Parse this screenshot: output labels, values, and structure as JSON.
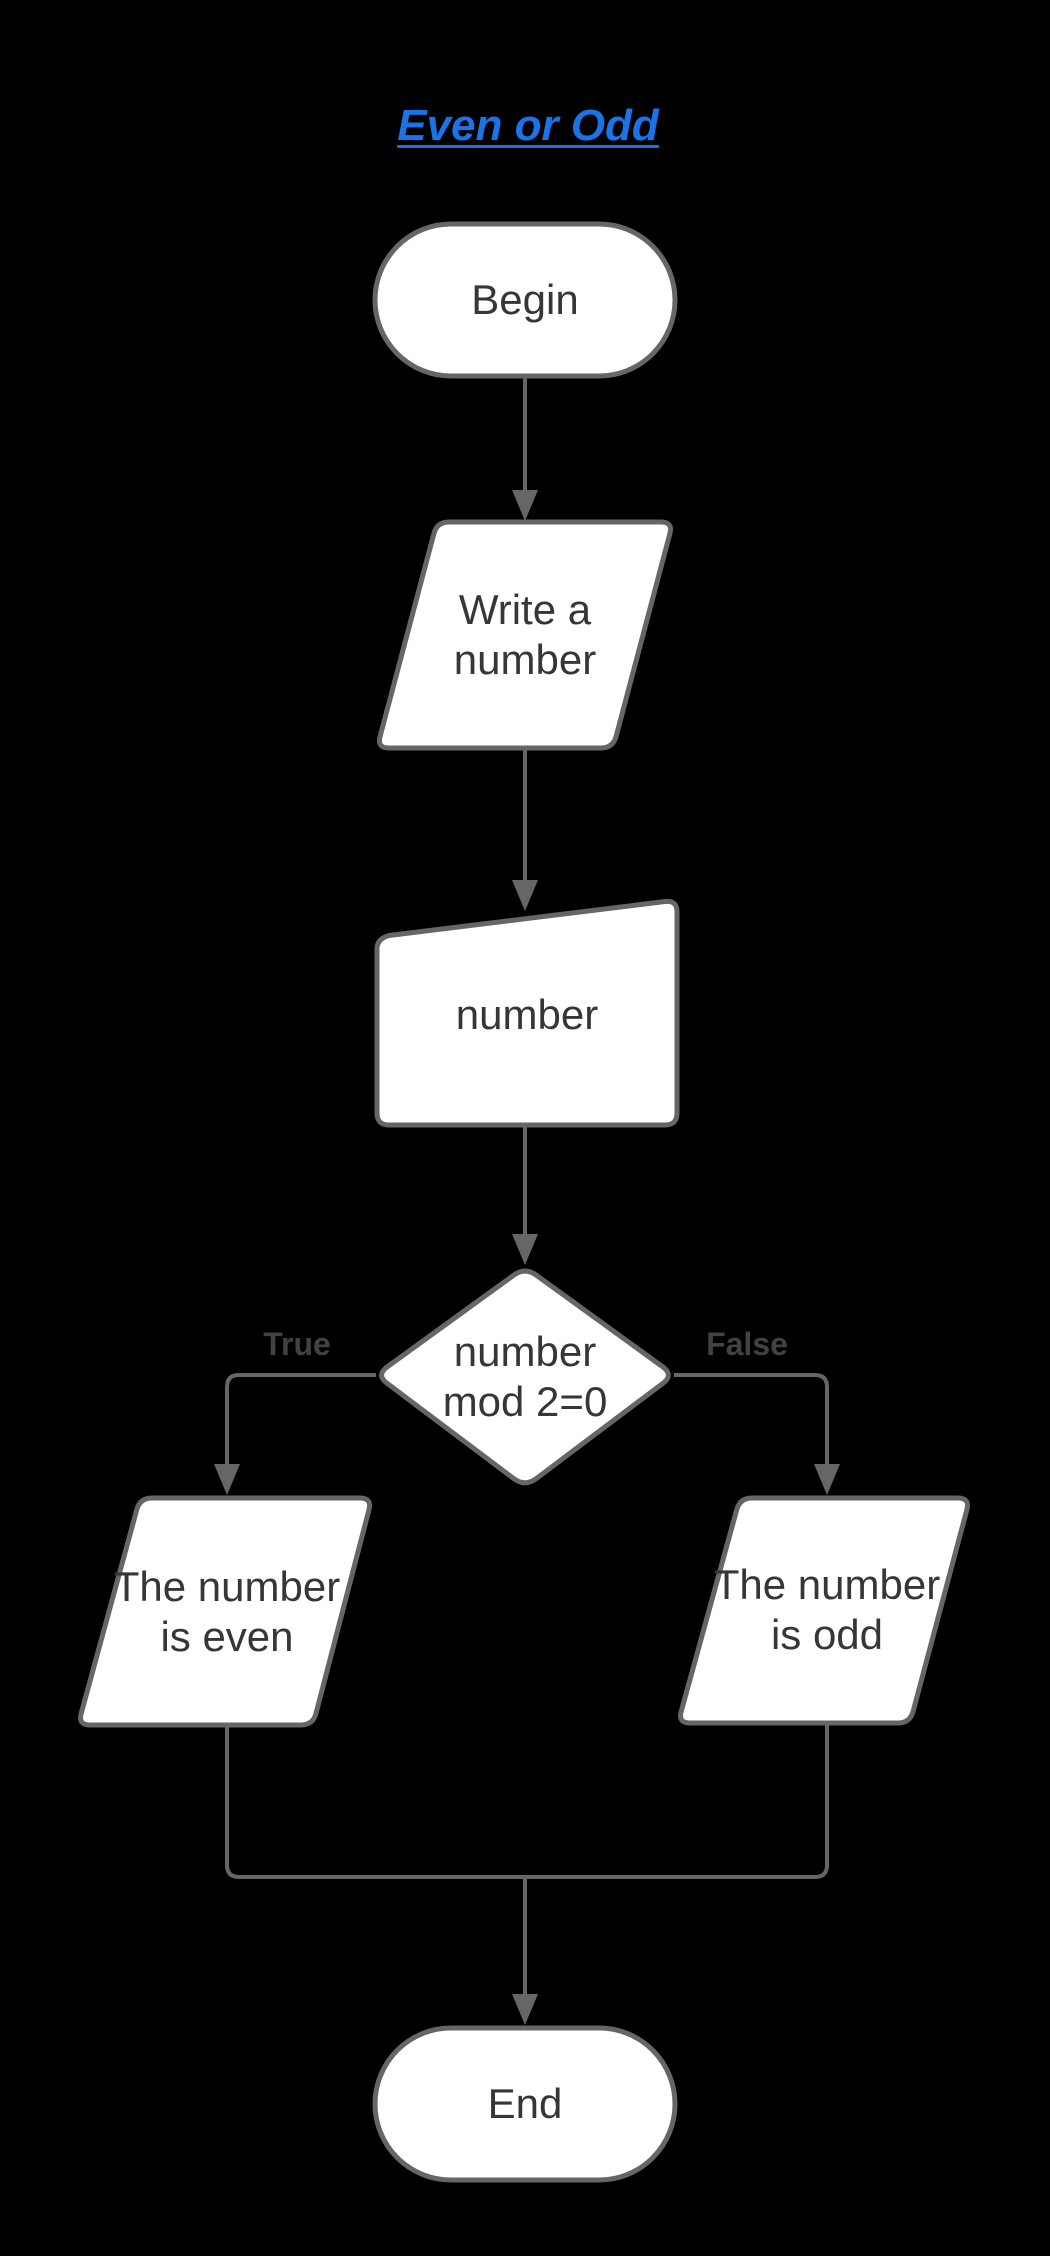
{
  "diagram": {
    "title": "Even or Odd",
    "nodes": {
      "begin": "Begin",
      "write_number": "Write a number",
      "input_number": "number",
      "decision": "number mod 2=0",
      "result_even": "The number is even",
      "result_odd": "The number is odd",
      "end": "End"
    },
    "branch_labels": {
      "true_label": "True",
      "false_label": "False"
    },
    "colors": {
      "background": "#000000",
      "title": "#1a73e8",
      "shape_fill": "#ffffff",
      "shape_stroke": "#666666",
      "connector": "#666666",
      "node_text": "#363636",
      "branch_label_text": "#424242"
    }
  }
}
